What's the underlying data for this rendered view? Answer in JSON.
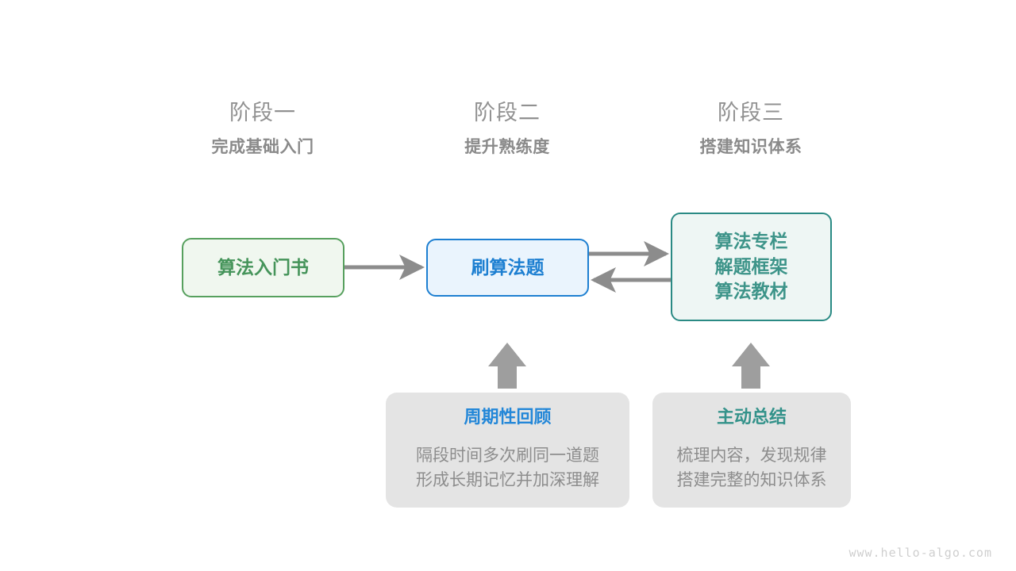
{
  "stages": [
    {
      "title": "阶段一",
      "subtitle": "完成基础入门"
    },
    {
      "title": "阶段二",
      "subtitle": "提升熟练度"
    },
    {
      "title": "阶段三",
      "subtitle": "搭建知识体系"
    }
  ],
  "nodes": {
    "book": {
      "label": "算法入门书"
    },
    "drill": {
      "label": "刷算法题"
    },
    "system": {
      "line1": "算法专栏",
      "line2": "解题框架",
      "line3": "算法教材"
    }
  },
  "cards": [
    {
      "title": "周期性回顾",
      "line1": "隔段时间多次刷同一道题",
      "line2": "形成长期记忆并加深理解"
    },
    {
      "title": "主动总结",
      "line1": "梳理内容，发现规律",
      "line2": "搭建完整的知识体系"
    }
  ],
  "watermark": "www.hello-algo.com",
  "colors": {
    "green": "#57a05e",
    "blue": "#1d7fd1",
    "teal": "#2a8a84",
    "arrow": "#8c8c8c",
    "card_bg": "#e4e4e4",
    "header_text": "#919191"
  }
}
